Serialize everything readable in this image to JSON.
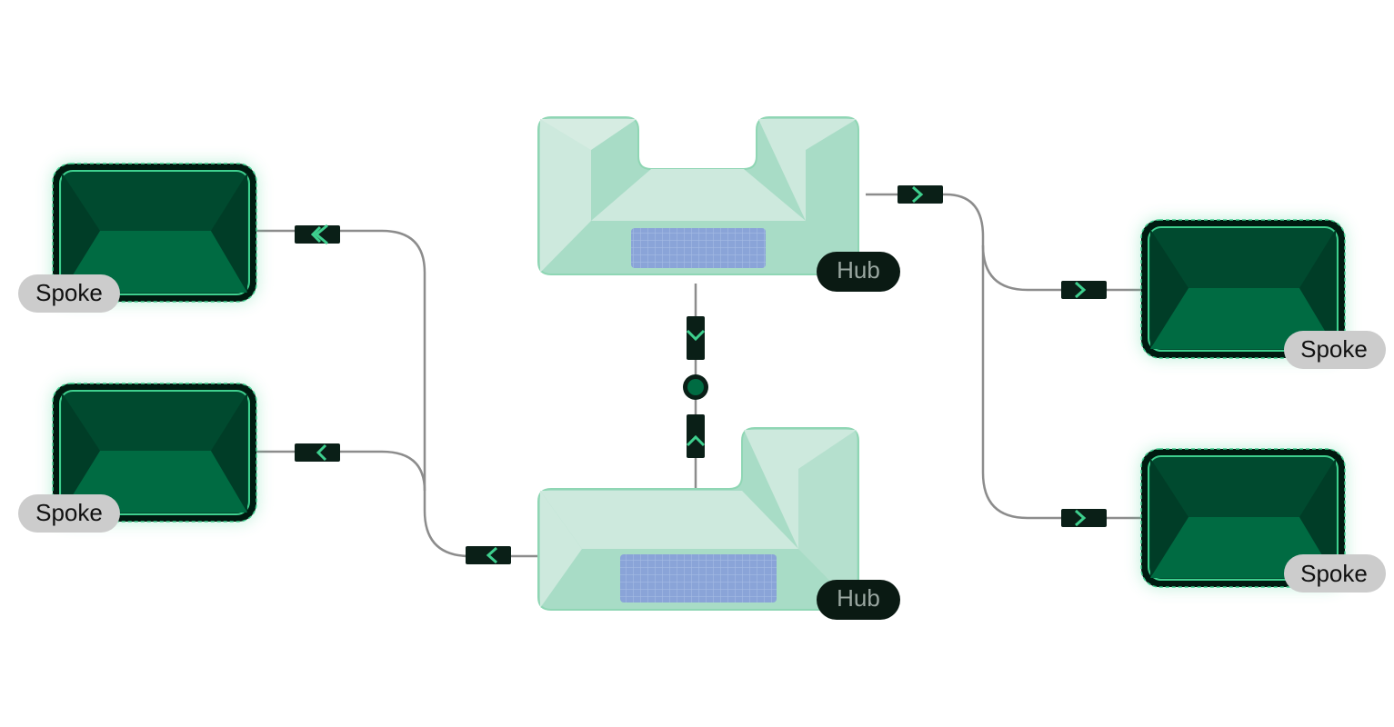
{
  "labels": {
    "spoke": "Spoke",
    "hub": "Hub"
  },
  "colors": {
    "spoke_dark": "#004a2f",
    "spoke_mid": "#006b42",
    "spoke_border": "#001a10",
    "spoke_outline": "#3ecf8e",
    "hub_face": "#cde9dd",
    "hub_side": "#a8dcc6",
    "hub_border": "#8fd6b4",
    "hub_screen": "#8aa4d8",
    "hub_badge": "#0a1a13",
    "spoke_badge": "#cccccc",
    "connector": "#8c8c8c",
    "marker": "#0a1f17",
    "chevron": "#3ecf8e"
  },
  "nodes": [
    {
      "type": "spoke",
      "name": "spoke-top-left"
    },
    {
      "type": "spoke",
      "name": "spoke-bottom-left"
    },
    {
      "type": "spoke",
      "name": "spoke-top-right"
    },
    {
      "type": "spoke",
      "name": "spoke-bottom-right"
    },
    {
      "type": "hub",
      "name": "hub-top"
    },
    {
      "type": "hub",
      "name": "hub-bottom"
    }
  ]
}
